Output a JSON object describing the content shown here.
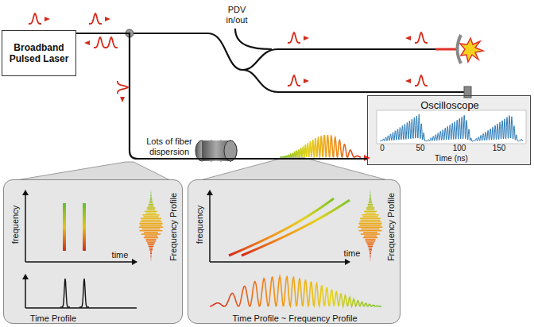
{
  "diagram": {
    "nodes": [
      {
        "text": [
          "Broadband Pulsed Laser"
        ]
      },
      {
        "text": [
          "Oscilloscope"
        ]
      },
      {
        "text": [
          "frequency",
          "time",
          "Frequency Profile",
          "Time Profile"
        ]
      },
      {
        "text": [
          "frequency",
          "time",
          "Frequency Profile",
          "Time Profile ~ Frequency Profile"
        ]
      }
    ],
    "edges": [
      {
        "from": 0,
        "to": 1,
        "arrow": "none"
      }
    ],
    "labels": [
      "PDV in/out",
      "Lots of fiber dispersion",
      "0",
      "50",
      "100",
      "150",
      "Time (ns)"
    ]
  }
}
